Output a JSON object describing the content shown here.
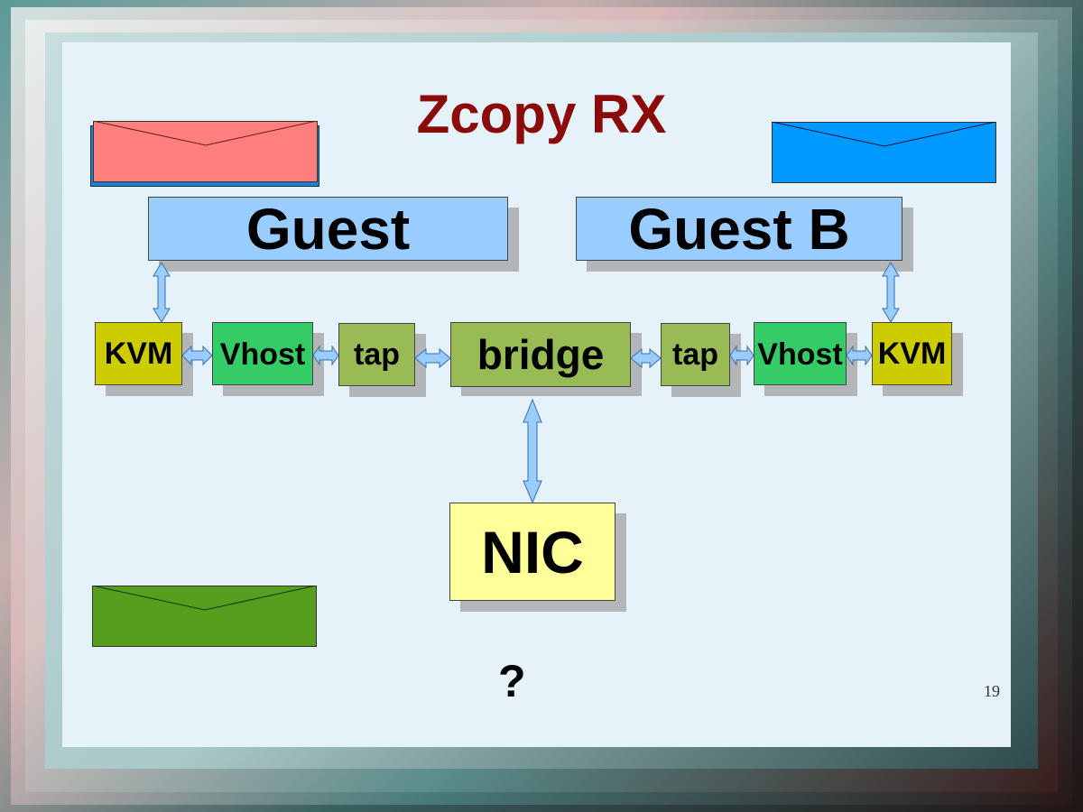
{
  "slide": {
    "title": "Zcopy RX",
    "page_number": "19",
    "question": "?",
    "boxes": {
      "guest": "Guest",
      "guest_b": "Guest B",
      "kvm_left": "KVM",
      "vhost_left": "Vhost",
      "tap_left": "tap",
      "bridge": "bridge",
      "tap_right": "tap",
      "vhost_right": "Vhost",
      "kvm_right": "KVM",
      "nic": "NIC"
    },
    "colors": {
      "title": "#8b0a0a",
      "guest": "#99ccff",
      "kvm": "#cccc00",
      "vhost": "#33cc66",
      "tap": "#99bb55",
      "nic": "#ffff99",
      "envelope_red": "#ff7f7f",
      "envelope_blue": "#0099ff",
      "envelope_green": "#559e1e"
    }
  }
}
